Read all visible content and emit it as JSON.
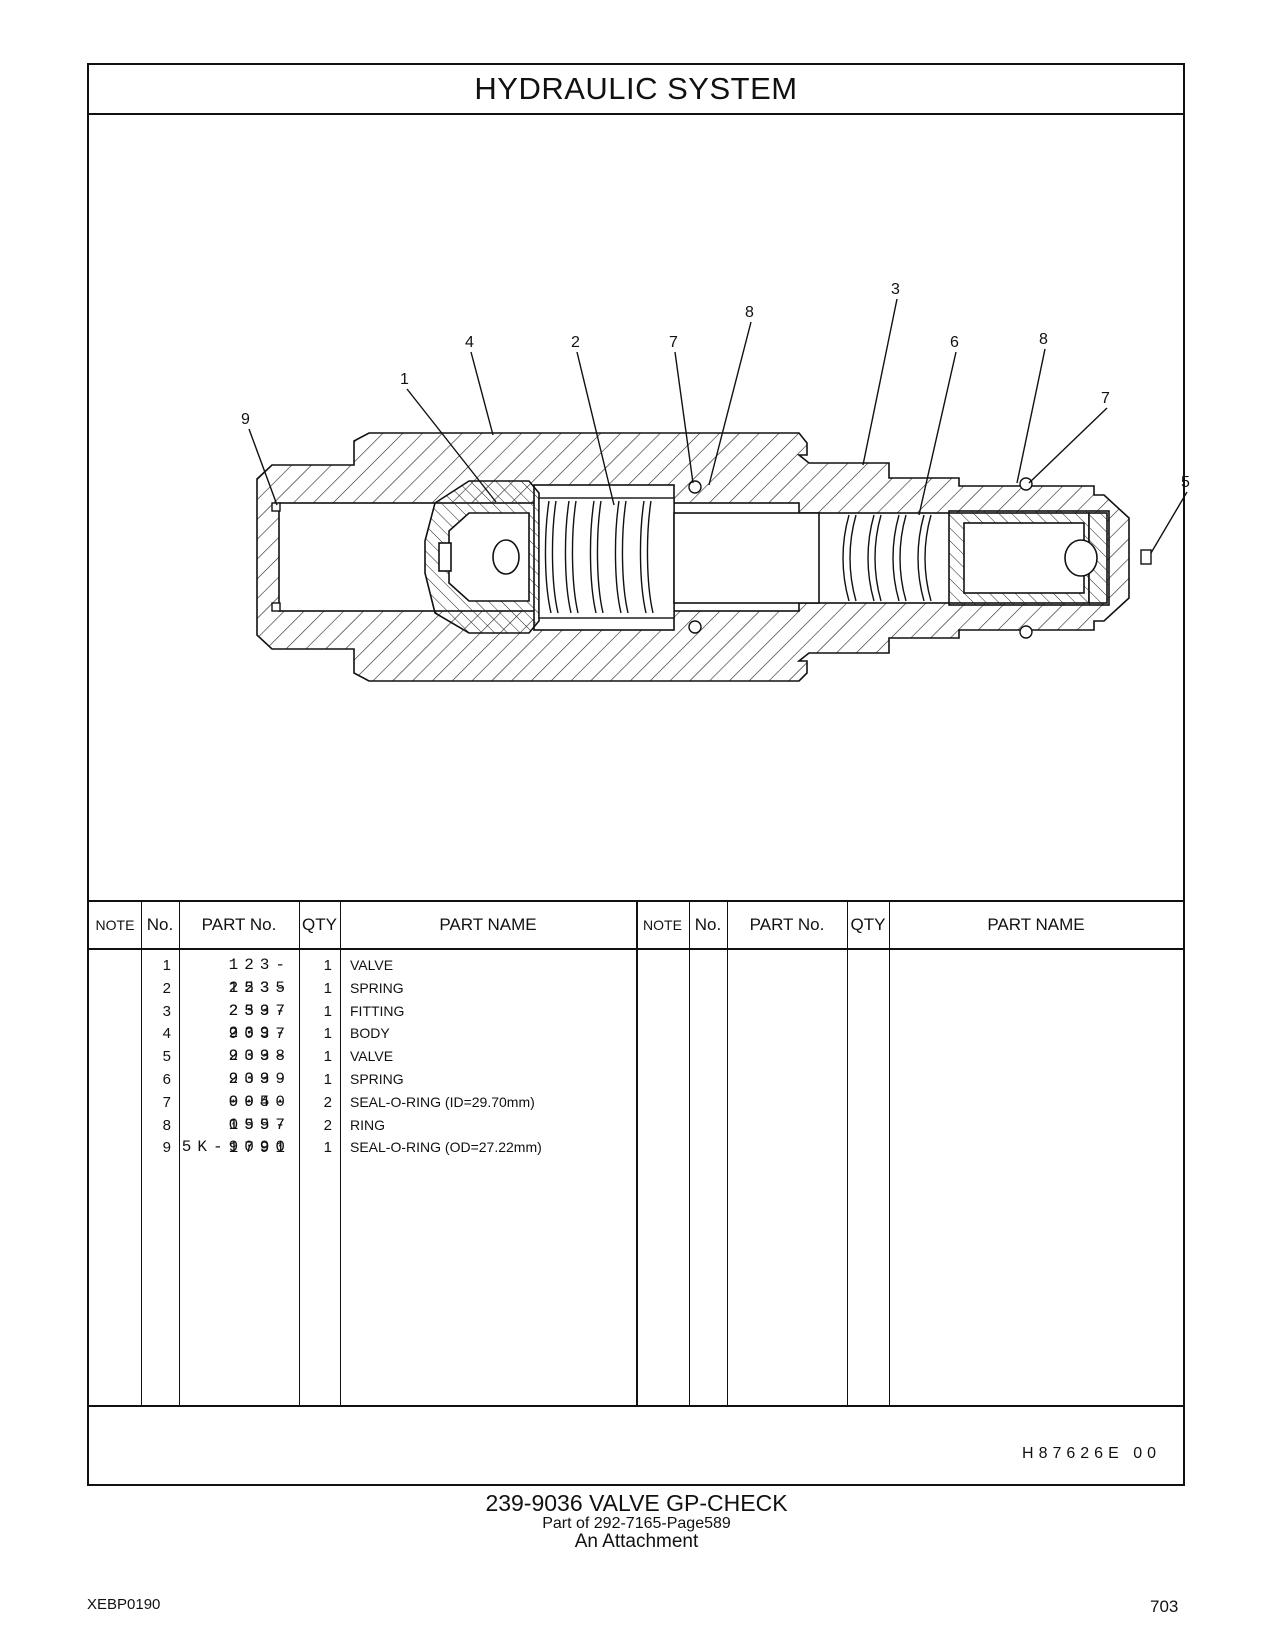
{
  "header": {
    "title": "HYDRAULIC   SYSTEM"
  },
  "callouts": [
    "1",
    "2",
    "3",
    "4",
    "5",
    "6",
    "7",
    "8",
    "9"
  ],
  "table": {
    "headers": {
      "note": "NOTE",
      "no": "No.",
      "part_no": "PART No.",
      "qty": "QTY",
      "part_name": "PART NAME"
    },
    "rows": [
      {
        "no": "1",
        "part_no": "123-2535",
        "qty": "1",
        "name": "VALVE"
      },
      {
        "no": "2",
        "part_no": "123-2537",
        "qty": "1",
        "name": "SPRING"
      },
      {
        "no": "3",
        "part_no": "239-9037",
        "qty": "1",
        "name": "FITTING"
      },
      {
        "no": "4",
        "part_no": "239-9038",
        "qty": "1",
        "name": "BODY"
      },
      {
        "no": "5",
        "part_no": "239-9039",
        "qty": "1",
        "name": "VALVE"
      },
      {
        "no": "6",
        "part_no": "239-9040",
        "qty": "1",
        "name": "SPRING"
      },
      {
        "no": "7",
        "part_no": "095-1597",
        "qty": "2",
        "name": "SEAL-O-RING (ID=29.70mm)"
      },
      {
        "no": "8",
        "part_no": "095-1791",
        "qty": "2",
        "name": "RING"
      },
      {
        "no": "9",
        "part_no": "5K-9090",
        "qty": "1",
        "name": "SEAL-O-RING (OD=27.22mm)"
      }
    ]
  },
  "illustration_code": "H87626E   00",
  "caption": {
    "line1": "239-9036  VALVE  GP-CHECK",
    "line2": "Part of 292-7165-Page589",
    "line3": "An Attachment"
  },
  "footer": {
    "doc_id": "XEBP0190",
    "page": "703"
  }
}
